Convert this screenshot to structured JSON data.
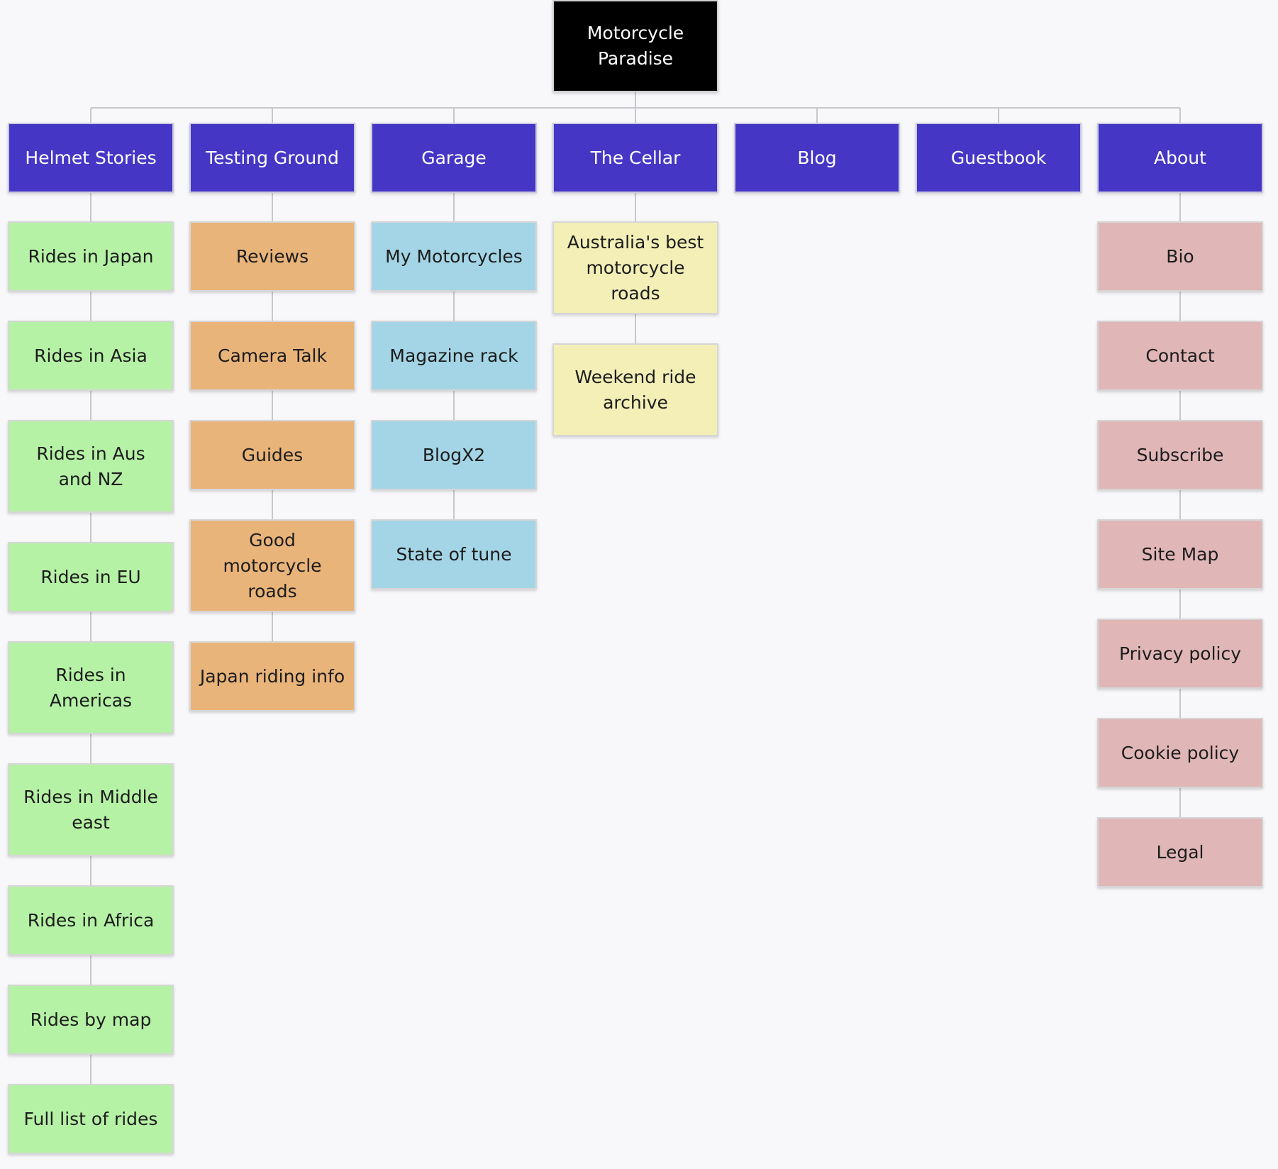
{
  "root": {
    "label": "Motorcycle Paradise"
  },
  "sections": [
    {
      "key": "helmet-stories",
      "label": "Helmet Stories",
      "color": "#b6f2a6",
      "items": [
        "Rides in Japan",
        "Rides in Asia",
        "Rides in Aus and NZ",
        "Rides in EU",
        "Rides in Americas",
        "Rides in Middle east",
        "Rides in Africa",
        "Rides by map",
        "Full list of rides"
      ]
    },
    {
      "key": "testing-ground",
      "label": "Testing Ground",
      "color": "#e9b47a",
      "items": [
        "Reviews",
        "Camera Talk",
        "Guides",
        "Good motorcycle roads",
        "Japan riding info"
      ]
    },
    {
      "key": "garage",
      "label": "Garage",
      "color": "#a3d5e6",
      "items": [
        "My Motorcycles",
        "Magazine rack",
        "BlogX2",
        "State of tune"
      ]
    },
    {
      "key": "the-cellar",
      "label": "The Cellar",
      "color": "#f3efb7",
      "items": [
        "Australia's best motorcycle roads",
        "Weekend ride archive"
      ]
    },
    {
      "key": "blog",
      "label": "Blog",
      "items": []
    },
    {
      "key": "guestbook",
      "label": "Guestbook",
      "items": []
    },
    {
      "key": "about",
      "label": "About",
      "color": "#e0b6b6",
      "items": [
        "Bio",
        "Contact",
        "Subscribe",
        "Site Map",
        "Privacy policy",
        "Cookie policy",
        "Legal"
      ]
    }
  ]
}
